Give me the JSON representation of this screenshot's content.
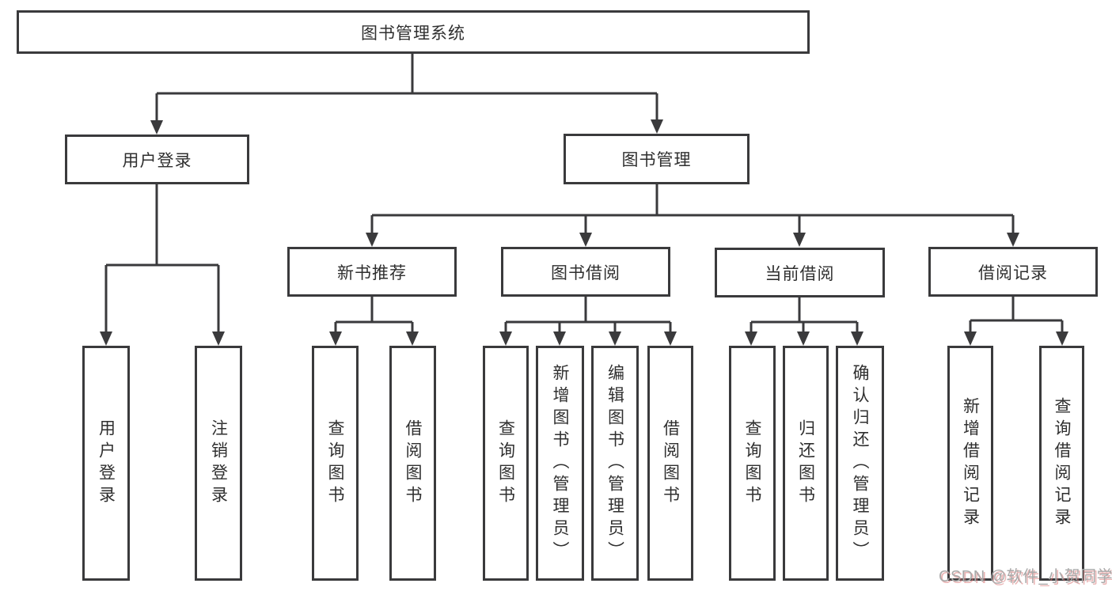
{
  "diagram": {
    "root": {
      "label": "图书管理系统"
    },
    "level1": [
      {
        "id": "user-login",
        "label": "用户登录"
      },
      {
        "id": "book-management",
        "label": "图书管理"
      }
    ],
    "level2": [
      {
        "id": "new-book-recommend",
        "label": "新书推荐",
        "parent": "图书管理"
      },
      {
        "id": "book-borrow",
        "label": "图书借阅",
        "parent": "图书管理"
      },
      {
        "id": "current-borrow",
        "label": "当前借阅",
        "parent": "图书管理"
      },
      {
        "id": "borrow-records",
        "label": "借阅记录",
        "parent": "图书管理"
      }
    ],
    "leaves": [
      {
        "label": "用户登录",
        "parent": "用户登录"
      },
      {
        "label": "注销登录",
        "parent": "用户登录"
      },
      {
        "label": "查询图书",
        "parent": "新书推荐"
      },
      {
        "label": "借阅图书",
        "parent": "新书推荐"
      },
      {
        "label": "查询图书",
        "parent": "图书借阅"
      },
      {
        "label": "新增图书（管理员）",
        "parent": "图书借阅"
      },
      {
        "label": "编辑图书（管理员）",
        "parent": "图书借阅"
      },
      {
        "label": "借阅图书",
        "parent": "图书借阅"
      },
      {
        "label": "查询图书",
        "parent": "当前借阅"
      },
      {
        "label": "归还图书",
        "parent": "当前借阅"
      },
      {
        "label": "确认归还（管理员）",
        "parent": "当前借阅"
      },
      {
        "label": "新增借阅记录",
        "parent": "借阅记录"
      },
      {
        "label": "查询借阅记录",
        "parent": "借阅记录"
      }
    ],
    "colors": {
      "line": "#3a3a3c",
      "text": "#2f2f2f",
      "background": "#ffffff"
    }
  },
  "watermark": {
    "text": "CSDN @软件_小贺同学",
    "color": "#a9a9a9",
    "shadow_color": "#d97676"
  }
}
